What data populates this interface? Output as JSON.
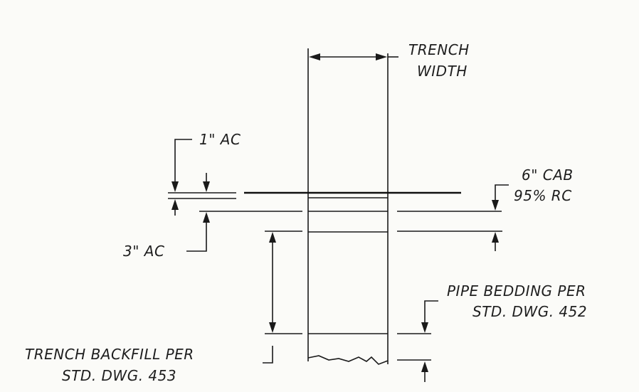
{
  "labels": {
    "trench_width_1": "TRENCH",
    "trench_width_2": "WIDTH",
    "ac_1in": "1\" AC",
    "cab_1": "6\" CAB",
    "cab_2": "95% RC",
    "ac_3in": "3\" AC",
    "bedding_1": "PIPE BEDDING PER",
    "bedding_2": "STD. DWG. 452",
    "backfill_1": "TRENCH BACKFILL PER",
    "backfill_2": "STD. DWG. 453"
  }
}
